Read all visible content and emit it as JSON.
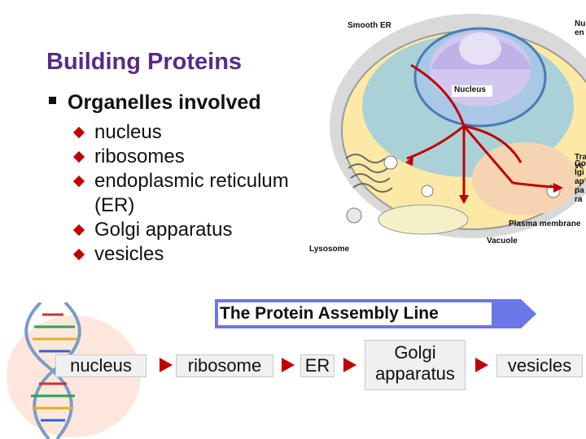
{
  "title": "Building Proteins",
  "subtitle": "Organelles involved",
  "bullets": [
    "nucleus",
    "ribosomes",
    "endoplasmic reticulum",
    "(ER)",
    "Golgi apparatus",
    "vesicles"
  ],
  "diagram": {
    "labels": {
      "smooth_er": "Smooth ER",
      "nucleus": "Nucleus",
      "lysosome": "Lysosome",
      "plasma_membrane": "Plasma membrane",
      "vacuole": "Vacuole",
      "golgi_partial": "Golgi appara",
      "transport_partial": "Tra ve",
      "nuclear_env_partial": "Nu en"
    }
  },
  "assembly_line": {
    "banner": "The Protein Assembly Line",
    "steps": [
      "nucleus",
      "ribosome",
      "ER",
      "Golgi apparatus",
      "vesicles"
    ]
  },
  "colors": {
    "title": "#5b2a86",
    "bullet_marker": "#c00000",
    "arrow": "#c00000",
    "banner": "#6b77e6"
  }
}
